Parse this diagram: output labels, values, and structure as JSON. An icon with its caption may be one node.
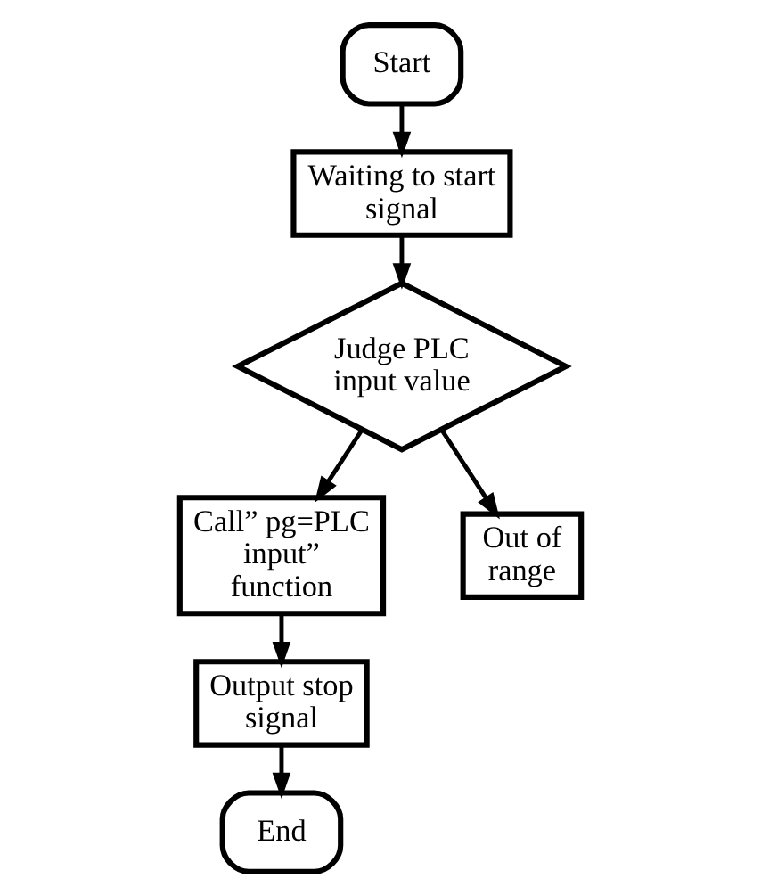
{
  "diagram": {
    "nodes": [
      {
        "text": [
          "Start"
        ]
      },
      {
        "text": [
          "Waiting to start signal"
        ]
      },
      {
        "text": [
          "Judge PLC input value"
        ]
      },
      {
        "text": [
          "Call” pg=PLC input” function"
        ]
      },
      {
        "text": [
          "Out of range"
        ]
      },
      {
        "text": [
          "Output stop signal"
        ]
      },
      {
        "text": [
          "End"
        ]
      }
    ],
    "edges": [
      {
        "from": 0,
        "to": 1,
        "arrow": "to"
      },
      {
        "from": 1,
        "to": 2,
        "arrow": "to"
      },
      {
        "from": 2,
        "to": 3,
        "arrow": "to"
      },
      {
        "from": 2,
        "to": 4,
        "arrow": "to"
      },
      {
        "from": 3,
        "to": 5,
        "arrow": "to"
      },
      {
        "from": 5,
        "to": 6,
        "arrow": "to"
      }
    ]
  }
}
